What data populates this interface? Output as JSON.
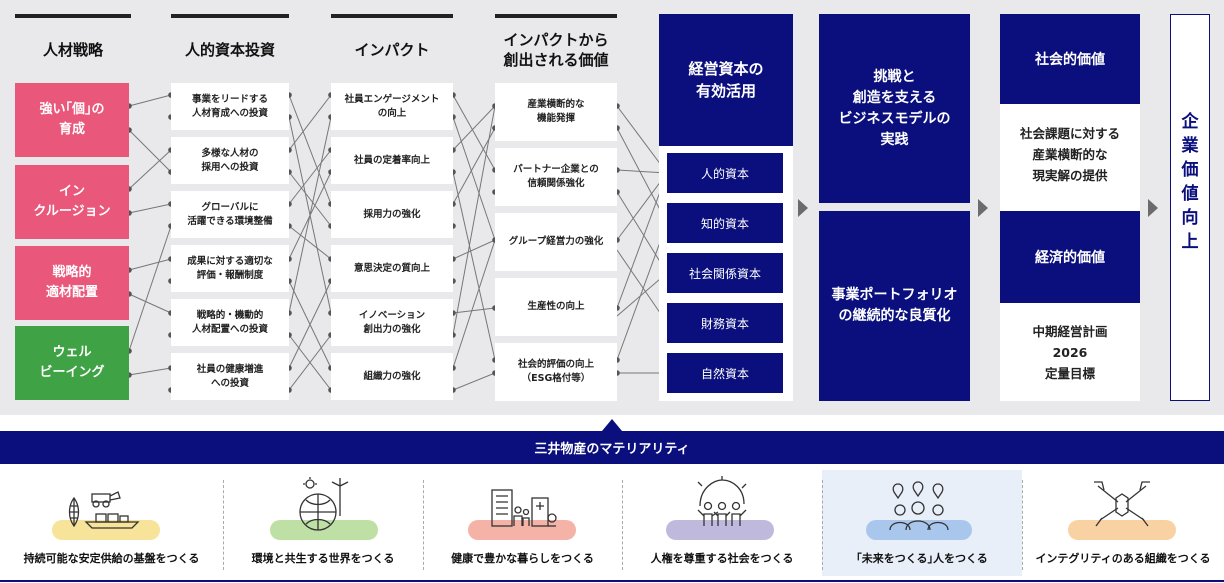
{
  "columns": {
    "hr_strategy": "人材戦略",
    "human_capital_investment": "人的資本投資",
    "impact": "インパクト",
    "value_created": [
      "インパクトから",
      "創出される価値"
    ]
  },
  "hr_strategy_items": [
    {
      "lines": [
        "強い｢個｣の",
        "育成"
      ]
    },
    {
      "lines": [
        "イン",
        "クルージョン"
      ]
    },
    {
      "lines": [
        "戦略的",
        "適材配置"
      ]
    },
    {
      "lines": [
        "ウェル",
        "ビーイング"
      ]
    }
  ],
  "investment_items": [
    {
      "lines": [
        "事業をリードする",
        "人材育成への投資"
      ]
    },
    {
      "lines": [
        "多様な人材の",
        "採用への投資"
      ]
    },
    {
      "lines": [
        "グローバルに",
        "活躍できる環境整備"
      ]
    },
    {
      "lines": [
        "成果に対する適切な",
        "評価・報酬制度"
      ]
    },
    {
      "lines": [
        "戦略的・機動的",
        "人材配置への投資"
      ]
    },
    {
      "lines": [
        "社員の健康増進",
        "への投資"
      ]
    }
  ],
  "impact_items": [
    {
      "lines": [
        "社員エンゲージメント",
        "の向上"
      ]
    },
    {
      "lines": [
        "社員の定着率向上"
      ]
    },
    {
      "lines": [
        "採用力の強化"
      ]
    },
    {
      "lines": [
        "意思決定の質向上"
      ]
    },
    {
      "lines": [
        "イノベーション",
        "創出力の強化"
      ]
    },
    {
      "lines": [
        "組織力の強化"
      ]
    }
  ],
  "value_items": [
    {
      "lines": [
        "産業横断的な",
        "機能発揮"
      ]
    },
    {
      "lines": [
        "パートナー企業との",
        "信頼関係強化"
      ]
    },
    {
      "lines": [
        "グループ経営力の強化"
      ]
    },
    {
      "lines": [
        "生産性の向上"
      ]
    },
    {
      "lines": [
        "社会的評価の向上",
        "（ESG格付等）"
      ]
    }
  ],
  "capital": {
    "header": [
      "経営資本の",
      "有効活用"
    ],
    "items": [
      "人的資本",
      "知的資本",
      "社会関係資本",
      "財務資本",
      "自然資本"
    ]
  },
  "business": {
    "top": [
      "挑戦と",
      "創造を支える",
      "ビジネスモデルの",
      "実践"
    ],
    "bottom": [
      "事業ポートフォリオ",
      "の継続的な良質化"
    ]
  },
  "value": {
    "social_header": "社会的価値",
    "social_body": [
      "社会課題に対する",
      "産業横断的な",
      "現実解の提供"
    ],
    "economic_header": "経済的価値",
    "economic_body": [
      "中期経営計画",
      "2026",
      "定量目標"
    ]
  },
  "enterprise_value": "企業価値向上",
  "materiality": {
    "title": "三井物産のマテリアリティ",
    "items": [
      {
        "label": "持続可能な安定供給の基盤をつくる",
        "icon": "supply-icon",
        "color": "#f7e39a"
      },
      {
        "label": "環境と共生する世界をつくる",
        "icon": "environment-icon",
        "color": "#bfe0a4"
      },
      {
        "label": "健康で豊かな暮らしをつくる",
        "icon": "health-icon",
        "color": "#f4b3a6"
      },
      {
        "label": "人権を尊重する社会をつくる",
        "icon": "human-rights-icon",
        "color": "#bfb9de"
      },
      {
        "label": "｢未来をつくる｣人をつくる",
        "icon": "people-future-icon",
        "color": "#a9c7ec"
      },
      {
        "label": "インテグリティのある組織をつくる",
        "icon": "integrity-icon",
        "color": "#f9d2a3"
      }
    ]
  }
}
